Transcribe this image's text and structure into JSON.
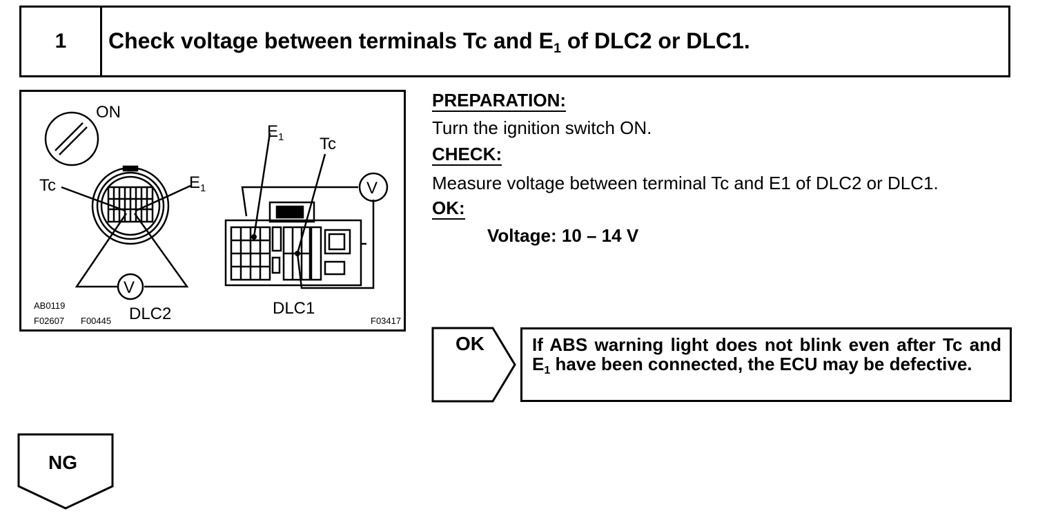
{
  "step": {
    "number": "1",
    "title_part1": "Check voltage between terminals Tc and E",
    "title_sub": "1",
    "title_part2": " of DLC2 or DLC1."
  },
  "figure": {
    "ignition_label": "ON",
    "dlc2_tc_label": "Tc",
    "dlc2_e_label": "E",
    "dlc2_e_sub": "1",
    "dlc2_meter_label": "V",
    "dlc2_name": "DLC2",
    "dlc1_e_label": "E",
    "dlc1_e_sub": "1",
    "dlc1_tc_label": "Tc",
    "dlc1_meter_label": "V",
    "dlc1_name": "DLC1",
    "code_1": "AB0119",
    "code_2": "F02607",
    "code_3": "F00445",
    "code_4": "F03417"
  },
  "preparation": {
    "heading": "PREPARATION:",
    "text": "Turn the ignition switch ON."
  },
  "check": {
    "heading": "CHECK:",
    "text": "Measure voltage between terminal Tc and E1 of DLC2 or DLC1."
  },
  "ok": {
    "heading": "OK:",
    "spec": "Voltage: 10 – 14 V"
  },
  "ok_branch": {
    "label": "OK",
    "result_part1": "If ABS warning light does not blink even after Tc and E",
    "result_sub": "1",
    "result_part2": " have been connected, the ECU may be defective."
  },
  "ng_branch": {
    "label": "NG"
  }
}
